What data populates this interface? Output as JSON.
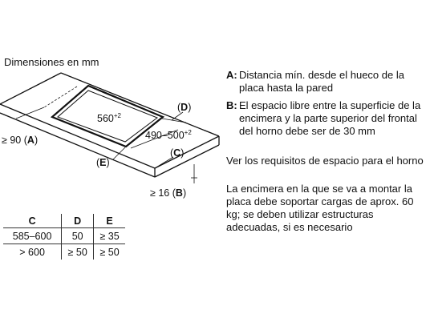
{
  "title": "Dimensiones en mm",
  "diagram": {
    "label_D": "D",
    "label_A": "A",
    "label_C": "C",
    "label_E": "E",
    "label_B": "B",
    "dim_width": "560",
    "dim_width_tol": "+2",
    "dim_depth": "490–500",
    "dim_depth_tol": "+2",
    "dim_A_value": "≥ 90",
    "dim_B_value": "≥ 16",
    "paren_open": "(",
    "paren_close": ")"
  },
  "notes": [
    {
      "key": "A:",
      "text": "Distancia mín. desde el hueco de la placa hasta la pared"
    },
    {
      "key": "B:",
      "text": "El espacio libre entre la superficie de la encimera y la parte superior del frontal del horno debe ser de 30 mm"
    },
    {
      "key": "",
      "text": "Ver los requisitos de espacio para el horno"
    },
    {
      "key": "",
      "text": "La encimera en la que se va a montar la placa debe soportar cargas de aprox. 60 kg; se deben utilizar estructuras adecuadas, si es necesario"
    }
  ],
  "table": {
    "headers": [
      "C",
      "D",
      "E"
    ],
    "rows": [
      [
        "585–600",
        "50",
        "≥ 35"
      ],
      [
        "> 600",
        "≥ 50",
        "≥ 50"
      ]
    ]
  }
}
